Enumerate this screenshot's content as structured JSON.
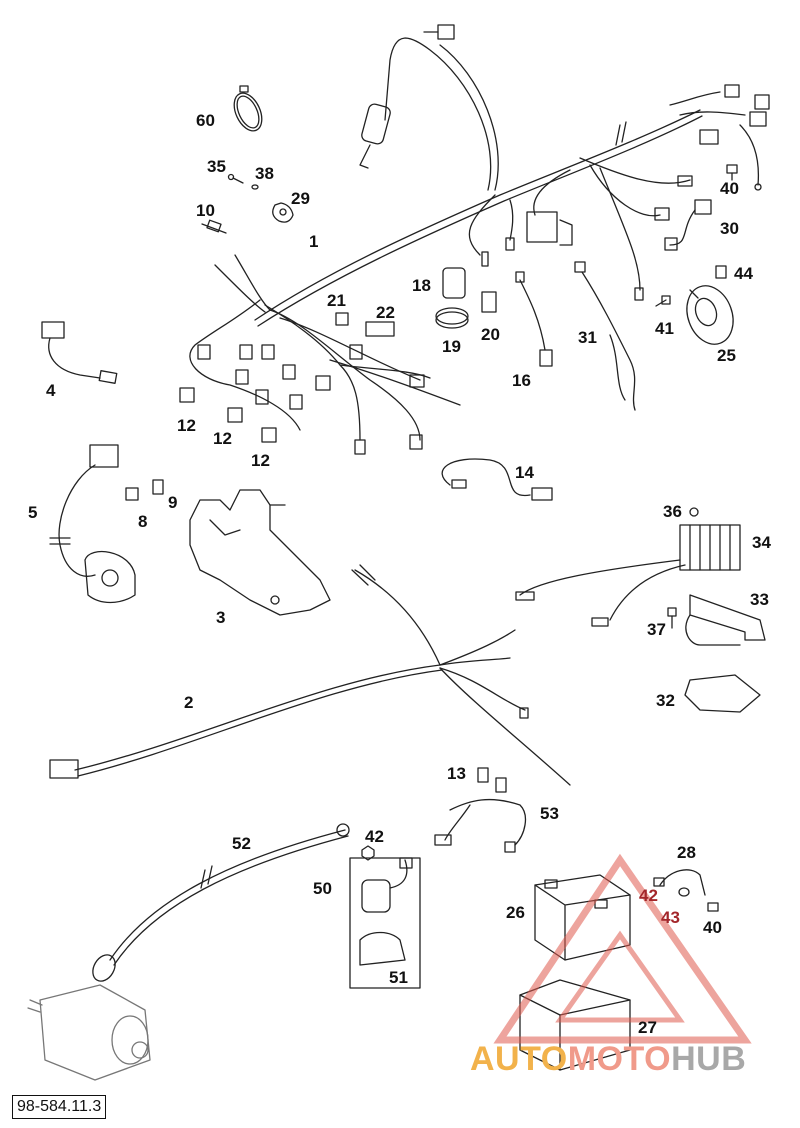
{
  "diagram": {
    "reference": "98-584.11.3",
    "callouts": [
      {
        "id": "c60",
        "text": "60"
      },
      {
        "id": "c35",
        "text": "35"
      },
      {
        "id": "c38",
        "text": "38"
      },
      {
        "id": "c29",
        "text": "29"
      },
      {
        "id": "c10",
        "text": "10"
      },
      {
        "id": "c1",
        "text": "1"
      },
      {
        "id": "c40a",
        "text": "40"
      },
      {
        "id": "c30",
        "text": "30"
      },
      {
        "id": "c44",
        "text": "44"
      },
      {
        "id": "c18",
        "text": "18"
      },
      {
        "id": "c21",
        "text": "21"
      },
      {
        "id": "c22",
        "text": "22"
      },
      {
        "id": "c19",
        "text": "19"
      },
      {
        "id": "c20",
        "text": "20"
      },
      {
        "id": "c31",
        "text": "31"
      },
      {
        "id": "c41",
        "text": "41"
      },
      {
        "id": "c25",
        "text": "25"
      },
      {
        "id": "c4",
        "text": "4"
      },
      {
        "id": "c16",
        "text": "16"
      },
      {
        "id": "c12a",
        "text": "12"
      },
      {
        "id": "c12b",
        "text": "12"
      },
      {
        "id": "c12c",
        "text": "12"
      },
      {
        "id": "c14",
        "text": "14"
      },
      {
        "id": "c5",
        "text": "5"
      },
      {
        "id": "c9",
        "text": "9"
      },
      {
        "id": "c8",
        "text": "8"
      },
      {
        "id": "c36",
        "text": "36"
      },
      {
        "id": "c34",
        "text": "34"
      },
      {
        "id": "c3",
        "text": "3"
      },
      {
        "id": "c33",
        "text": "33"
      },
      {
        "id": "c37",
        "text": "37"
      },
      {
        "id": "c2",
        "text": "2"
      },
      {
        "id": "c32",
        "text": "32"
      },
      {
        "id": "c13",
        "text": "13"
      },
      {
        "id": "c53",
        "text": "53"
      },
      {
        "id": "c52",
        "text": "52"
      },
      {
        "id": "c42a",
        "text": "42"
      },
      {
        "id": "c28",
        "text": "28"
      },
      {
        "id": "c50",
        "text": "50"
      },
      {
        "id": "c42b",
        "text": "42"
      },
      {
        "id": "c26",
        "text": "26"
      },
      {
        "id": "c43",
        "text": "43"
      },
      {
        "id": "c40b",
        "text": "40"
      },
      {
        "id": "c51",
        "text": "51"
      },
      {
        "id": "c27",
        "text": "27"
      }
    ]
  },
  "watermark": {
    "part_a": "AUTO",
    "part_b": "MOTO",
    "part_c": "HUB",
    "color_a": "#f2b24b",
    "color_b": "#f09a8a",
    "color_c": "#a8a8a8",
    "triangle_color": "#e05a4e"
  }
}
